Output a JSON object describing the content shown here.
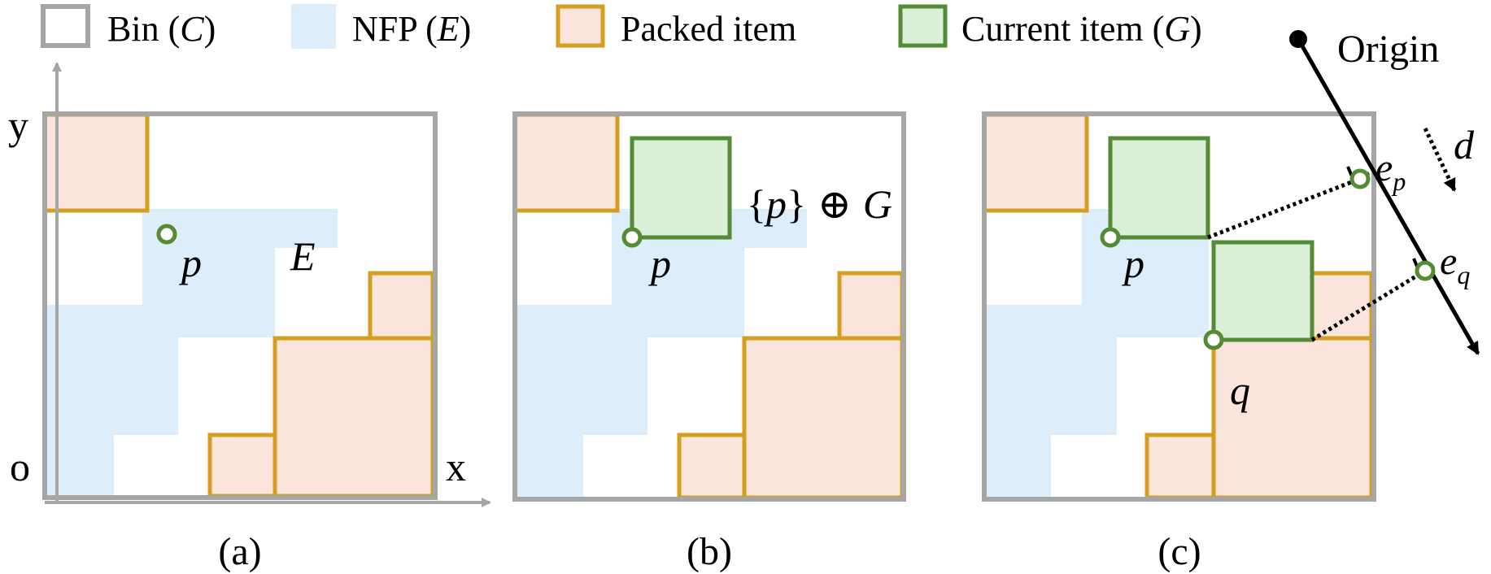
{
  "legend": {
    "bin": "Bin (",
    "bin_sym": "C",
    "nfp": "NFP (",
    "nfp_sym": "E",
    "packed": "Packed item",
    "current": "Current item (",
    "current_sym": "G",
    "close": ")"
  },
  "axes": {
    "x": "x",
    "y": "y",
    "origin": "o"
  },
  "panel_a": {
    "caption": "(a)",
    "p": "p",
    "E": "E"
  },
  "panel_b": {
    "caption": "(b)",
    "p": "p",
    "expr_open": "{",
    "expr_p": "p",
    "expr_close": "}",
    "expr_oplus": "⊕",
    "expr_G": "G"
  },
  "panel_c": {
    "caption": "(c)",
    "p": "p",
    "q": "q",
    "ep_base": "e",
    "ep_sub": "p",
    "eq_base": "e",
    "eq_sub": "q",
    "d": "d",
    "origin": "Origin"
  },
  "colors": {
    "bin_border": "#a6a6a6",
    "nfp_fill": "#ddeefa",
    "packed_fill": "#fbe5dd",
    "packed_border": "#d69e1f",
    "current_fill": "#d9efd8",
    "current_border": "#558b35"
  }
}
